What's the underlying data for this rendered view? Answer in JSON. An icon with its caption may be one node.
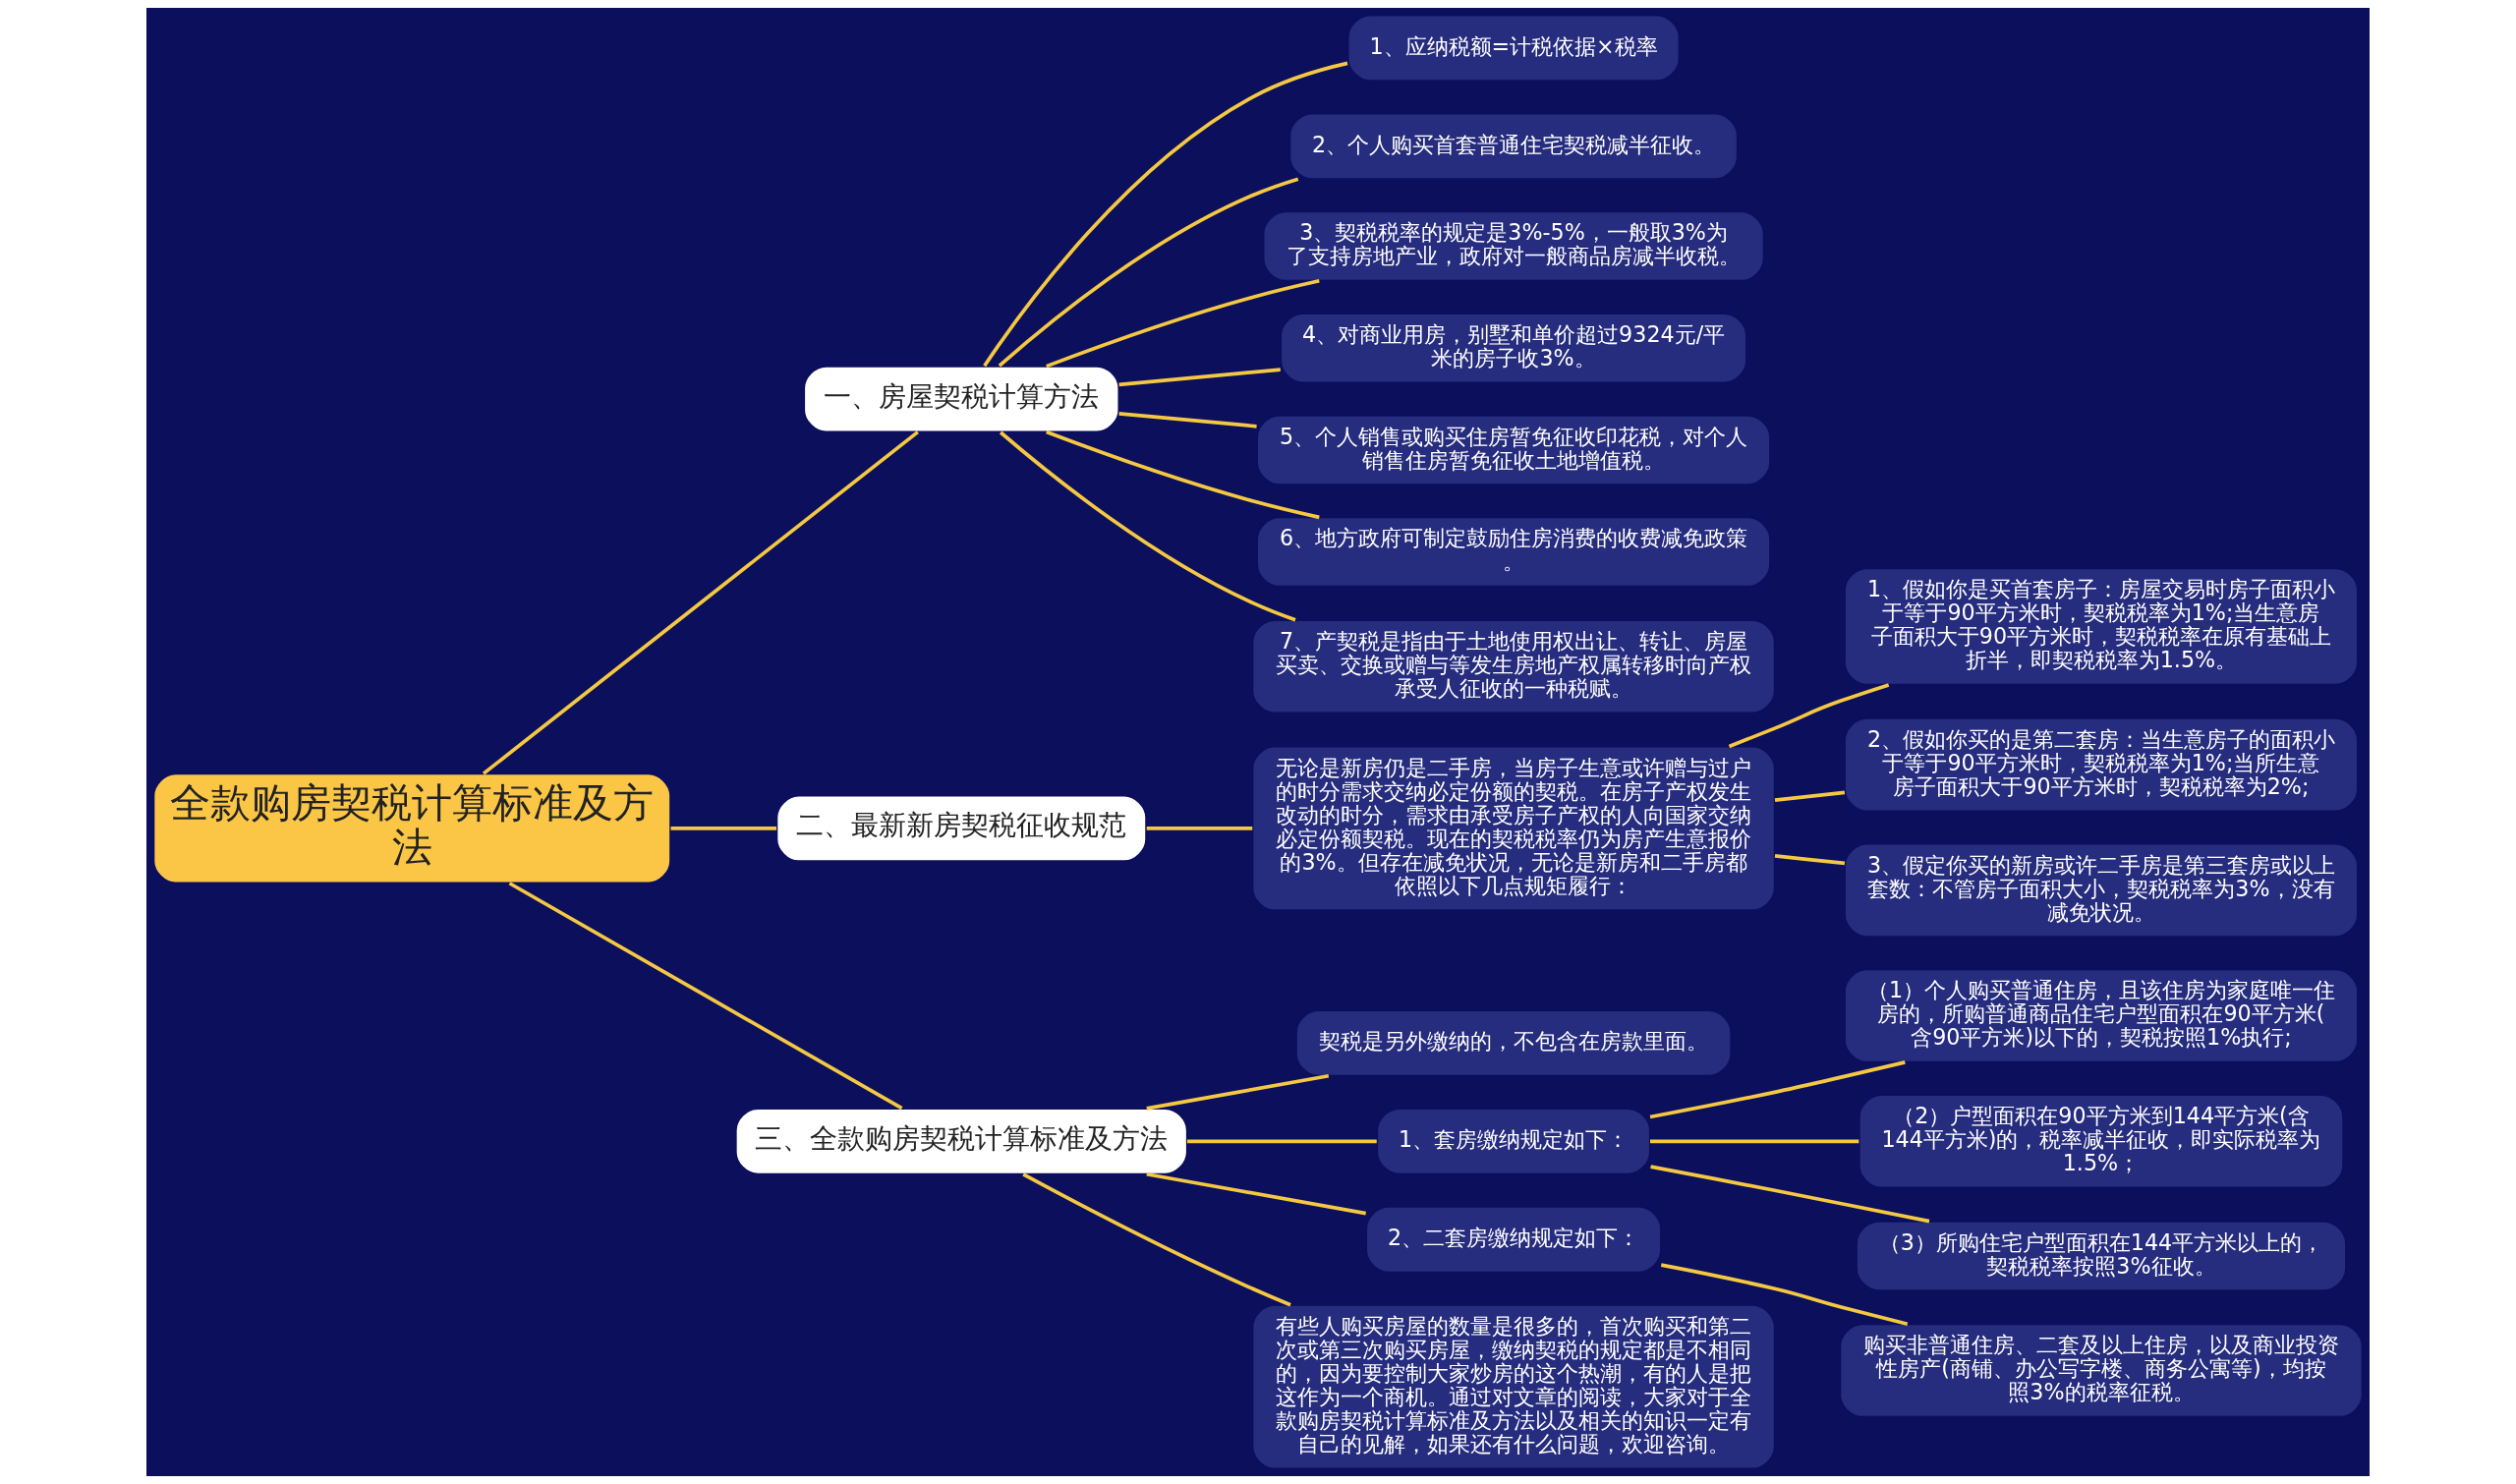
{
  "diagram": {
    "nodes": [
      {
        "text": [
          "全款购房契税计算标准及方法"
        ]
      },
      {
        "text": [
          "一、房屋契税计算方法"
        ]
      },
      {
        "text": [
          "1、应纳税额=计税依据×税率"
        ]
      },
      {
        "text": [
          "2、个人购买首套普通住宅契税减半征收。"
        ]
      },
      {
        "text": [
          "3、契税税率的规定是3%-5%，一般取3%为了支持房地产业，政府对一般商品房减半收税。"
        ]
      },
      {
        "text": [
          "4、对商业用房，别墅和单价超过9324元/平米的房子收3%。"
        ]
      },
      {
        "text": [
          "5、个人销售或购买住房暂免征收印花税，对个人销售住房暂免征收土地增值税。"
        ]
      },
      {
        "text": [
          "6、地方政府可制定鼓励住房消费的收费减免政策。"
        ]
      },
      {
        "text": [
          "7、产契税是指由于土地使用权出让、转让、房屋买卖、交换或赠与等发生房地产权属转移时向产权承受人征收的一种税赋。"
        ]
      },
      {
        "text": [
          "二、最新新房契税征收规范"
        ]
      },
      {
        "text": [
          "无论是新房仍是二手房，当房子生意或许赠与过户的时分需求交纳必定份额的契税。在房子产权发生改动的时分，需求由承受房子产权的人向国家交纳必定份额契税。现在的契税税率仍为房产生意报价的3%。但存在减免状况，无论是新房和二手房都依照以下几点规矩履行："
        ]
      },
      {
        "text": [
          "1、假如你是买首套房子：房屋交易时房子面积小于等于90平方米时，契税税率为1%;当生意房子面积大于90平方米时，契税税率在原有基础上折半，即契税税率为1.5%。"
        ]
      },
      {
        "text": [
          "2、假如你买的是第二套房：当生意房子的面积小于等于90平方米时，契税税率为1%;当所生意房子面积大于90平方米时，契税税率为2%;"
        ]
      },
      {
        "text": [
          "3、假定你买的新房或许二手房是第三套房或以上套数：不管房子面积大小，契税税率为3%，没有减免状况。"
        ]
      },
      {
        "text": [
          "三、全款购房契税计算标准及方法"
        ]
      },
      {
        "text": [
          "契税是另外缴纳的，不包含在房款里面。"
        ]
      },
      {
        "text": [
          "1、套房缴纳规定如下："
        ]
      },
      {
        "text": [
          "（1）个人购买普通住房，且该住房为家庭唯一住房的，所购普通商品住宅户型面积在90平方米(含90平方米)以下的，契税按照1%执行;"
        ]
      },
      {
        "text": [
          "（2）户型面积在90平方米到144平方米(含144平方米)的，税率减半征收，即实际税率为1.5%；"
        ]
      },
      {
        "text": [
          "（3）所购住宅户型面积在144平方米以上的，契税税率按照3%征收。"
        ]
      },
      {
        "text": [
          "2、二套房缴纳规定如下："
        ]
      },
      {
        "text": [
          "购买非普通住房、二套及以上住房，以及商业投资性房产(商铺、办公写字楼、商务公寓等)，均按照3%的税率征税。"
        ]
      },
      {
        "text": [
          "有些人购买房屋的数量是很多的，首次购买和第二次或第三次购买房屋，缴纳契税的规定都是不相同的，因为要控制大家炒房的这个热潮，有的人是把这作为一个商机。通过对文章的阅读，大家对于全款购房契税计算标准及方法以及相关的知识一定有自己的见解，如果还有什么问题，欢迎咨询。"
        ]
      }
    ],
    "edges": [
      {
        "from": 0,
        "to": 1,
        "arrow": "none"
      },
      {
        "from": 1,
        "to": 2,
        "arrow": "none"
      },
      {
        "from": 1,
        "to": 3,
        "arrow": "none"
      },
      {
        "from": 1,
        "to": 4,
        "arrow": "none"
      },
      {
        "from": 1,
        "to": 5,
        "arrow": "none"
      },
      {
        "from": 1,
        "to": 6,
        "arrow": "none"
      },
      {
        "from": 1,
        "to": 7,
        "arrow": "none"
      },
      {
        "from": 1,
        "to": 8,
        "arrow": "none"
      },
      {
        "from": 0,
        "to": 9,
        "arrow": "none"
      },
      {
        "from": 9,
        "to": 10,
        "arrow": "none"
      },
      {
        "from": 10,
        "to": 11,
        "arrow": "none"
      },
      {
        "from": 10,
        "to": 12,
        "arrow": "none"
      },
      {
        "from": 10,
        "to": 13,
        "arrow": "none"
      },
      {
        "from": 0,
        "to": 14,
        "arrow": "none"
      },
      {
        "from": 14,
        "to": 15,
        "arrow": "none"
      },
      {
        "from": 14,
        "to": 16,
        "arrow": "none"
      },
      {
        "from": 16,
        "to": 17,
        "arrow": "none"
      },
      {
        "from": 16,
        "to": 18,
        "arrow": "none"
      },
      {
        "from": 16,
        "to": 19,
        "arrow": "none"
      },
      {
        "from": 14,
        "to": 20,
        "arrow": "none"
      },
      {
        "from": 20,
        "to": 21,
        "arrow": "none"
      },
      {
        "from": 14,
        "to": 22,
        "arrow": "none"
      }
    ]
  }
}
